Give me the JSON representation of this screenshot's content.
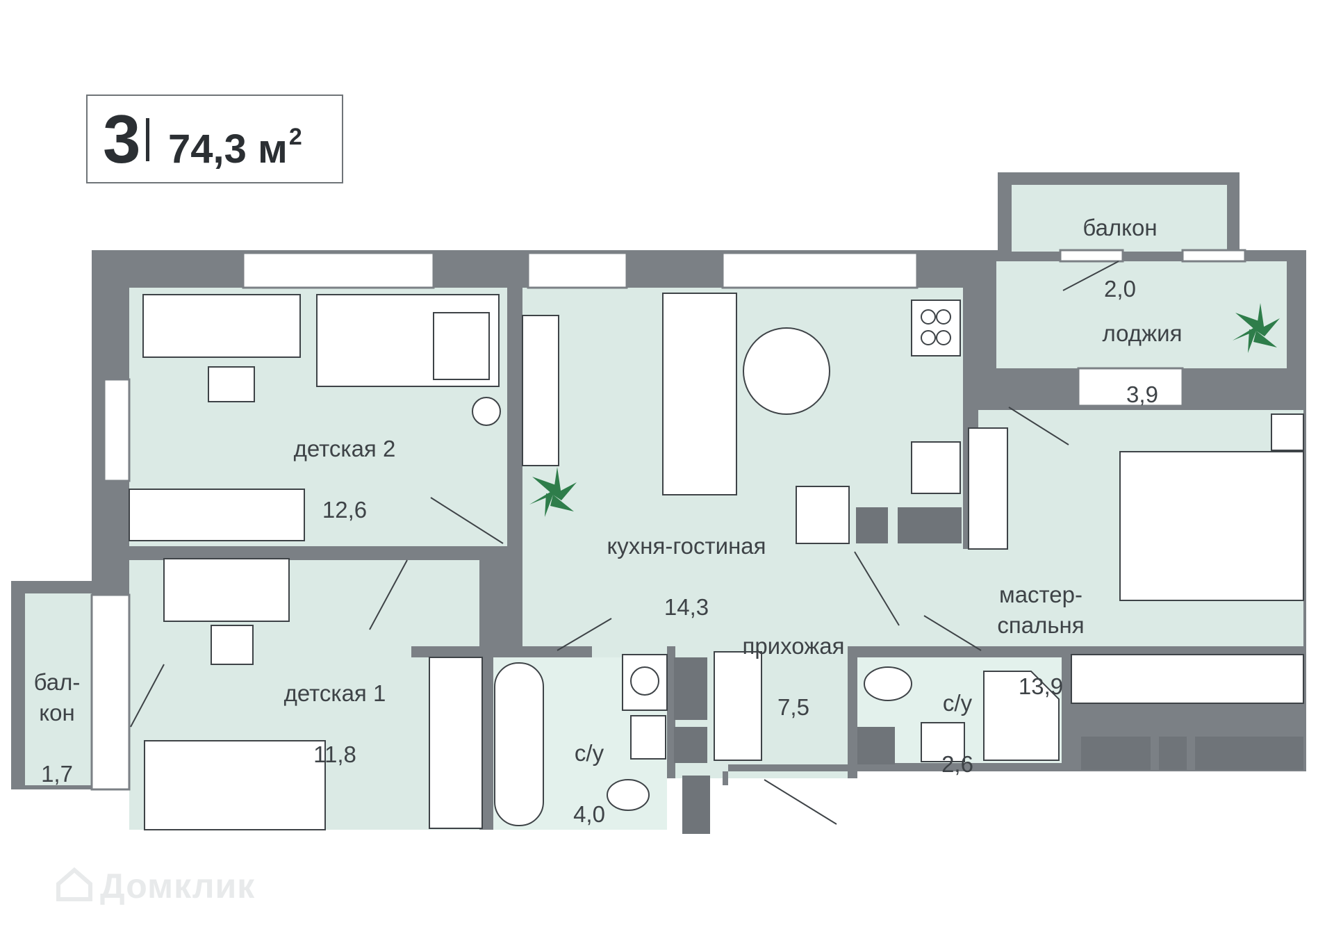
{
  "badge": {
    "rooms": "3",
    "area": "74,3 м",
    "unit_sup": "2"
  },
  "rooms": [
    {
      "id": "balcony-top",
      "name": "балкон",
      "area": "2,0"
    },
    {
      "id": "loggia",
      "name": "лоджия",
      "area": "3,9"
    },
    {
      "id": "kids2",
      "name": "детская 2",
      "area": "12,6"
    },
    {
      "id": "kitchen",
      "name": "кухня-гостиная",
      "area": "14,3"
    },
    {
      "id": "master",
      "name": "мастер-\nспальня",
      "area": "13,9"
    },
    {
      "id": "hall",
      "name": "прихожая",
      "area": "7,5"
    },
    {
      "id": "kids1",
      "name": "детская 1",
      "area": "11,8"
    },
    {
      "id": "balcony-left",
      "name": "бал-\nкон",
      "area": "1,7"
    },
    {
      "id": "bath1",
      "name": "с/у",
      "area": "4,0"
    },
    {
      "id": "bath2",
      "name": "с/у",
      "area": "2,6"
    }
  ],
  "watermark": "Домклик",
  "colors": {
    "wall": "#7b8085",
    "floor": "#dbeae5",
    "wet_floor": "#e3f1ec",
    "text": "#3e4347",
    "plant": "#2e7d4a",
    "cabinet": "#6f7479"
  }
}
